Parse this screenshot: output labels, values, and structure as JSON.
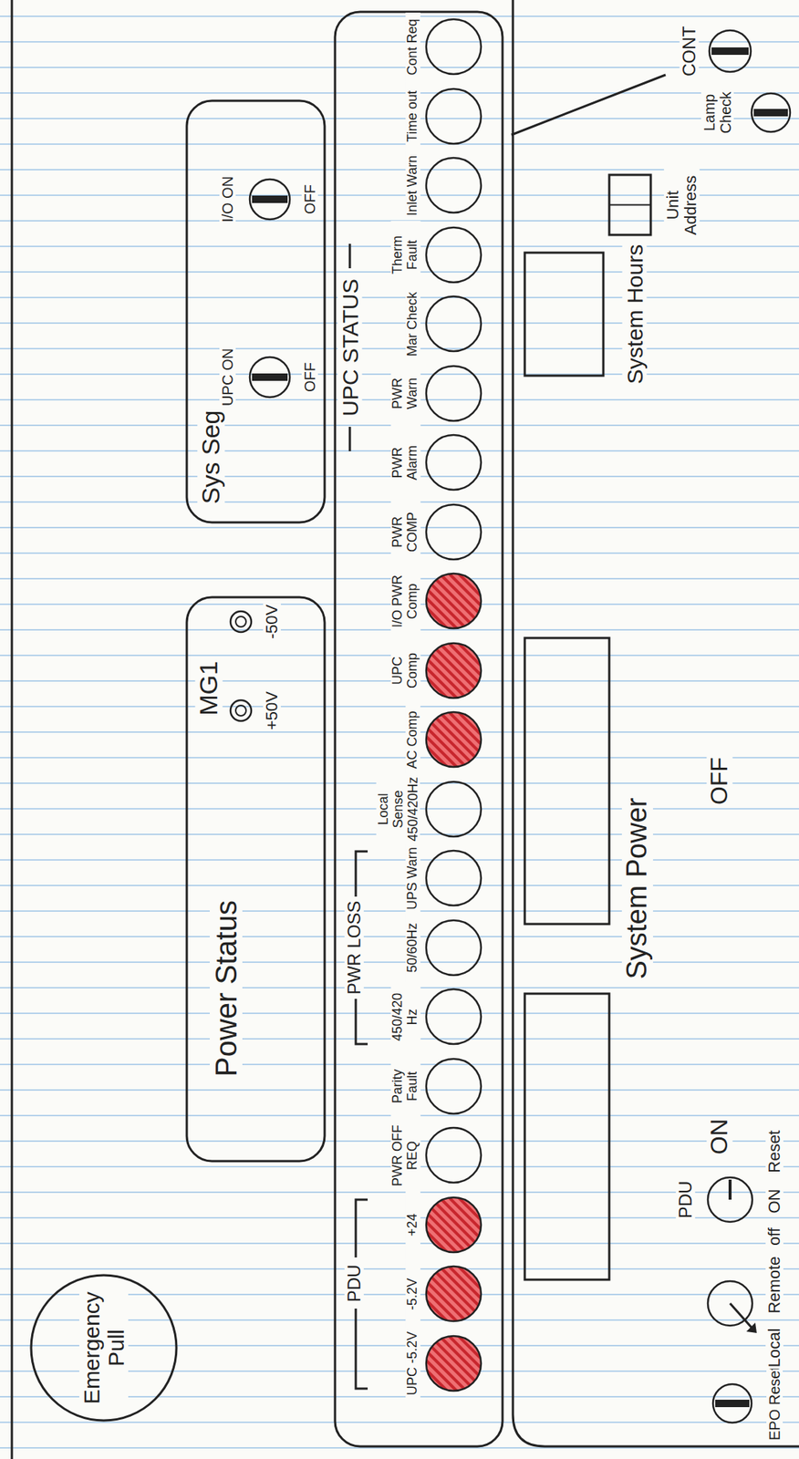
{
  "diagram": {
    "nodes": [
      {
        "text": [
          "Emergency Pull"
        ]
      },
      {
        "text": [
          "Power Status",
          "MG1"
        ]
      },
      {
        "text": [
          "+50V"
        ],
        "in": 1
      },
      {
        "text": [
          "-50V"
        ],
        "in": 1
      },
      {
        "text": [
          "Sys Seg"
        ]
      },
      {
        "text": [
          "UPC ON",
          "OFF"
        ],
        "in": 4
      },
      {
        "text": [
          "I/O ON",
          "OFF"
        ],
        "in": 4
      },
      {
        "text": [
          "PDU",
          "PWR LOSS",
          "UPC STATUS"
        ]
      },
      {
        "text": [
          "UPC -5.2V"
        ],
        "in": 7
      },
      {
        "text": [
          "-5.2V"
        ],
        "in": 7
      },
      {
        "text": [
          "+24"
        ],
        "in": 7
      },
      {
        "text": [
          "PWR OFF REQ"
        ],
        "in": 7
      },
      {
        "text": [
          "Parity Fault"
        ],
        "in": 7
      },
      {
        "text": [
          "450/420 Hz"
        ],
        "in": 7
      },
      {
        "text": [
          "50/60Hz"
        ],
        "in": 7
      },
      {
        "text": [
          "UPS Warn"
        ],
        "in": 7
      },
      {
        "text": [
          "Local Sense 450/420Hz"
        ],
        "in": 7
      },
      {
        "text": [
          "AC Comp"
        ],
        "in": 7
      },
      {
        "text": [
          "UPC Comp"
        ],
        "in": 7
      },
      {
        "text": [
          "I/O PWR Comp"
        ],
        "in": 7
      },
      {
        "text": [
          "PWR COMP"
        ],
        "in": 7
      },
      {
        "text": [
          "PWR Alarm"
        ],
        "in": 7
      },
      {
        "text": [
          "PWR Warn"
        ],
        "in": 7
      },
      {
        "text": [
          "Mar Check"
        ],
        "in": 7
      },
      {
        "text": [
          "Therm Fault"
        ],
        "in": 7
      },
      {
        "text": [
          "Inlet Warn"
        ],
        "in": 7
      },
      {
        "text": [
          "Time out"
        ],
        "in": 7
      },
      {
        "text": [
          "Cont Req"
        ],
        "in": 7
      },
      {
        "text": [
          "System Power"
        ]
      },
      {
        "text": [
          "EPO Reset"
        ],
        "in": 28
      },
      {
        "text": [
          "Local",
          "Remote"
        ],
        "in": 28
      },
      {
        "text": [
          "PDU",
          "off",
          "ON",
          "Reset"
        ],
        "in": 28
      },
      {
        "text": [
          "ON"
        ],
        "in": 28
      },
      {
        "text": [
          "OFF"
        ],
        "in": 28
      },
      {
        "text": [
          "System Hours"
        ],
        "in": 28
      },
      {
        "text": [
          "Unit Address"
        ],
        "in": 28
      },
      {
        "text": [
          "Lamp Check"
        ],
        "in": 28
      },
      {
        "text": [
          "CONT"
        ],
        "in": 28
      }
    ]
  }
}
